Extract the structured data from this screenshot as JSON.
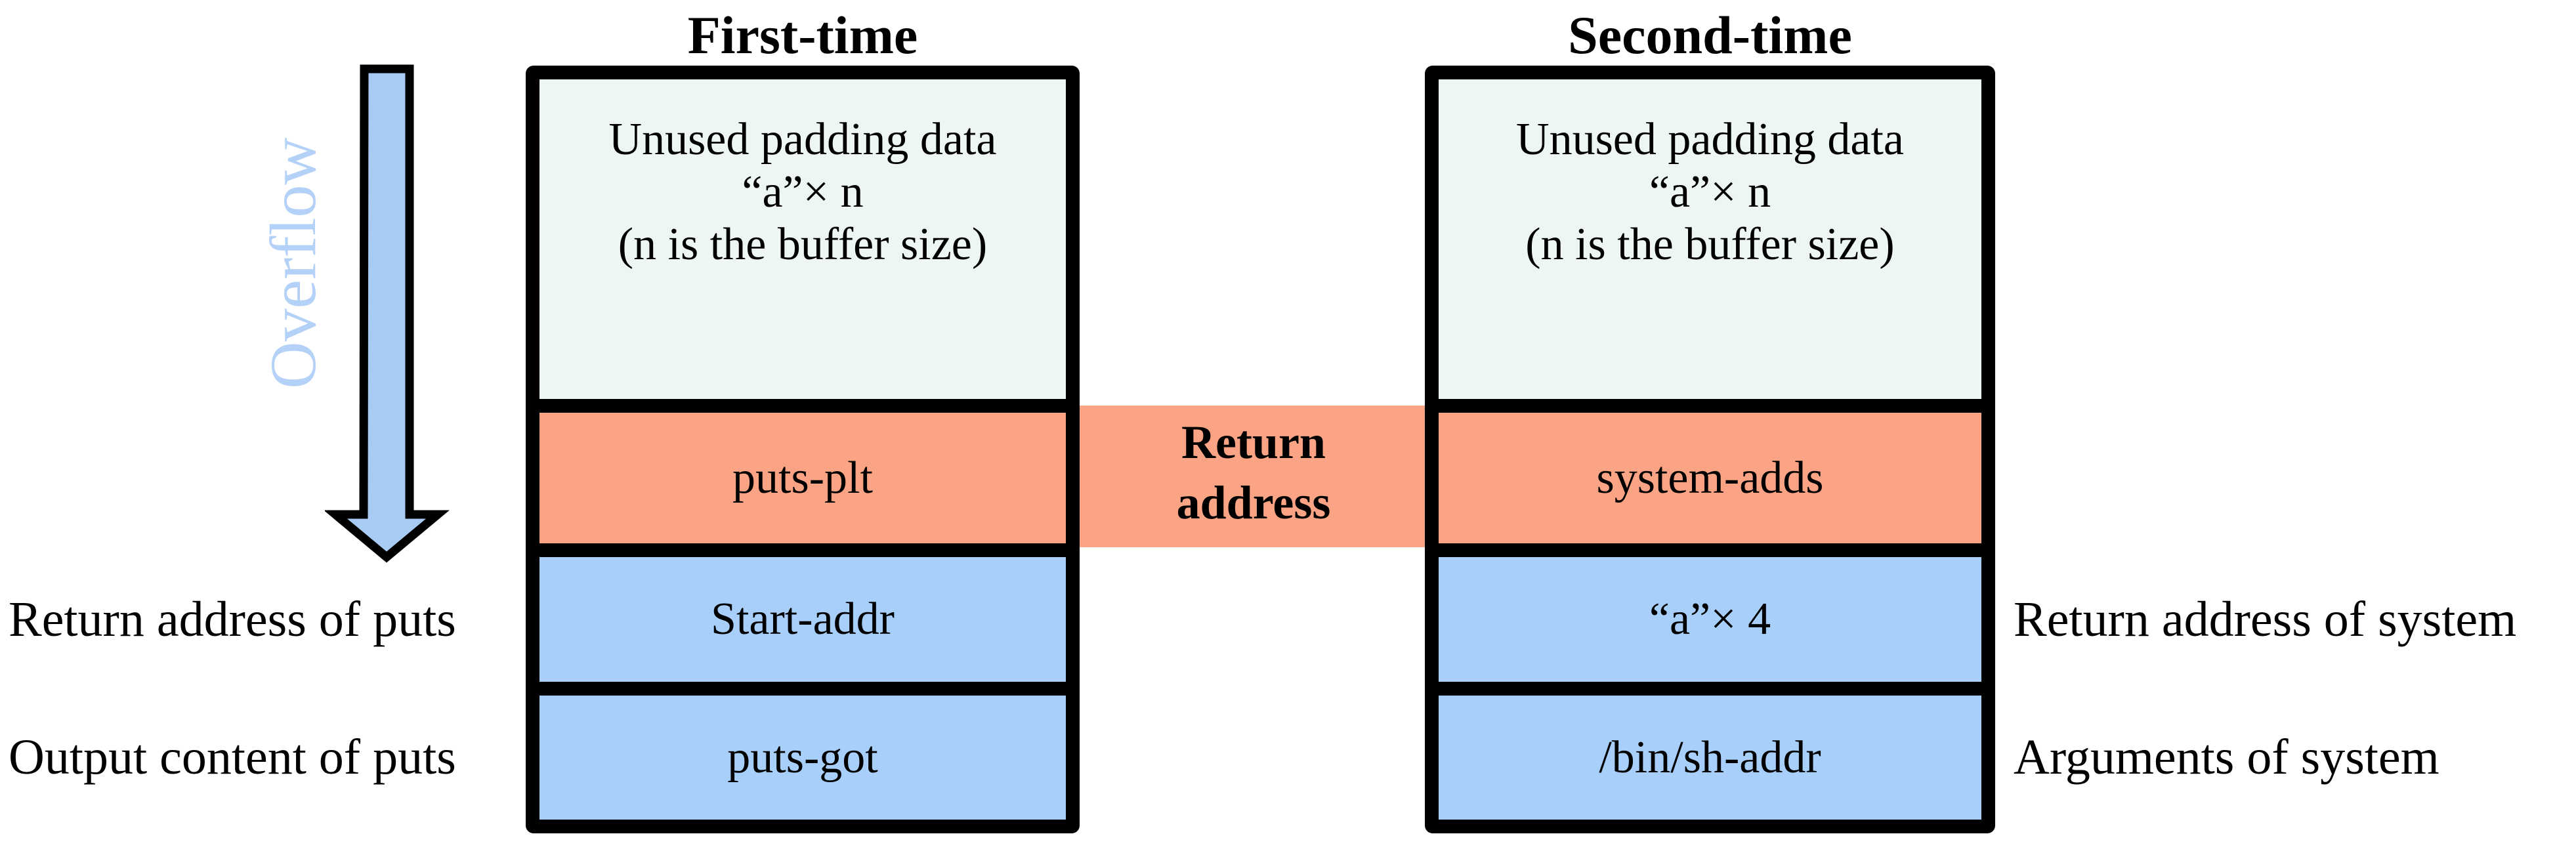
{
  "overflow_label": "Overflow",
  "middle": {
    "return_address_label": "Return address"
  },
  "first": {
    "title": "First-time",
    "padding_lines": [
      "Unused padding data",
      "“a”× n",
      "(n is the buffer size)"
    ],
    "return_addr_cell": "puts-plt",
    "row2_cell": "Start-addr",
    "row3_cell": "puts-got"
  },
  "second": {
    "title": "Second-time",
    "padding_lines": [
      "Unused padding data",
      "“a”× n",
      "(n is the buffer size)"
    ],
    "return_addr_cell": "system-adds",
    "row2_cell": "“a”× 4",
    "row3_cell": "/bin/sh-addr"
  },
  "side_labels": {
    "left_row2": "Return address of puts",
    "left_row3": "Output content of puts",
    "right_row2": "Return address of system",
    "right_row3": "Arguments of system"
  },
  "colors": {
    "orange": "#fba385",
    "blue": "#a7cffa",
    "mint": "#edf6f3",
    "arrow_fill": "#a8cbf4",
    "overflow_text": "#b4d2f8"
  }
}
